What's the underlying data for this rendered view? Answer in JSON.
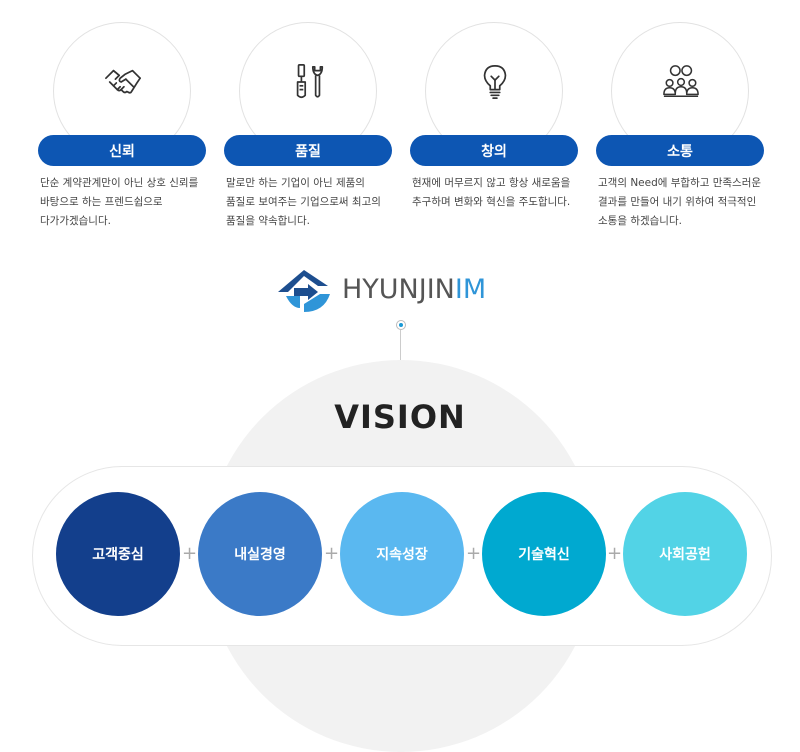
{
  "values": [
    {
      "title": "신뢰",
      "icon": "handshake-icon",
      "desc": "단순 계약관계만이 아닌 상호 신뢰를\n바탕으로 하는 프렌드쉽으로\n다가가겠습니다."
    },
    {
      "title": "품질",
      "icon": "tools-icon",
      "desc": "말로만 하는 기업이 아닌 제품의\n품질로 보여주는 기업으로써 최고의\n품질을 약속합니다."
    },
    {
      "title": "창의",
      "icon": "lightbulb-icon",
      "desc": "현재에 머무르지 않고 항상 새로움을\n추구하며 변화와 혁신을 주도합니다."
    },
    {
      "title": "소통",
      "icon": "team-communication-icon",
      "desc": "고객의 Need에 부합하고 만족스러운\n결과를 만들어 내기 위하여 적극적인\n소통을 하겠습니다."
    }
  ],
  "logo": {
    "text_main": "HYUNJIN",
    "text_accent": "IM"
  },
  "vision": {
    "title": "VISION",
    "separator": "+",
    "pillars": [
      {
        "label": "고객중심",
        "color": "#133f8c"
      },
      {
        "label": "내실경영",
        "color": "#3b7ac7"
      },
      {
        "label": "지속성장",
        "color": "#5ab8f0"
      },
      {
        "label": "기술혁신",
        "color": "#00a9d0"
      },
      {
        "label": "사회공헌",
        "color": "#52d3e6"
      }
    ]
  },
  "colors": {
    "pill": "#0d56b3",
    "dome": "#f2f2f2"
  }
}
